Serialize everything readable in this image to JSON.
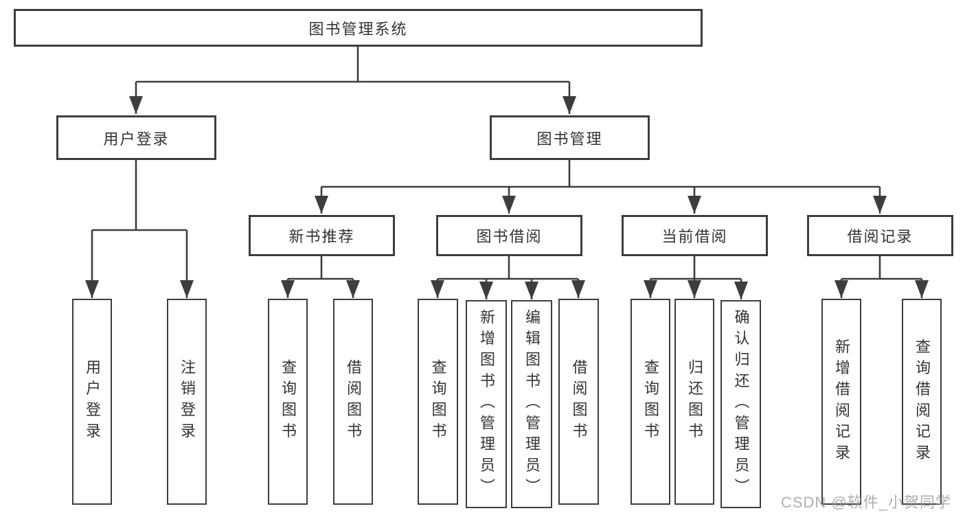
{
  "colors": {
    "line": "#3d3d3d",
    "text": "#333333",
    "background": "#ffffff",
    "watermark_gray": "#969696"
  },
  "tree": {
    "root": {
      "label": "图书管理系统"
    },
    "branches": [
      {
        "label": "用户登录",
        "children": [
          {
            "label": "用户登录"
          },
          {
            "label": "注销登录"
          }
        ]
      },
      {
        "label": "图书管理",
        "children": [
          {
            "label": "新书推荐",
            "children": [
              {
                "label": "查询图书"
              },
              {
                "label": "借阅图书"
              }
            ]
          },
          {
            "label": "图书借阅",
            "children": [
              {
                "label": "查询图书"
              },
              {
                "label": "新增图书（管理员）"
              },
              {
                "label": "编辑图书（管理员）"
              },
              {
                "label": "借阅图书"
              }
            ]
          },
          {
            "label": "当前借阅",
            "children": [
              {
                "label": "查询图书"
              },
              {
                "label": "归还图书"
              },
              {
                "label": "确认归还（管理员）"
              }
            ]
          },
          {
            "label": "借阅记录",
            "children": [
              {
                "label": "新增借阅记录"
              },
              {
                "label": "查询借阅记录"
              }
            ]
          }
        ]
      }
    ]
  },
  "watermark": {
    "text": "CSDN @软件_小贺同学"
  }
}
